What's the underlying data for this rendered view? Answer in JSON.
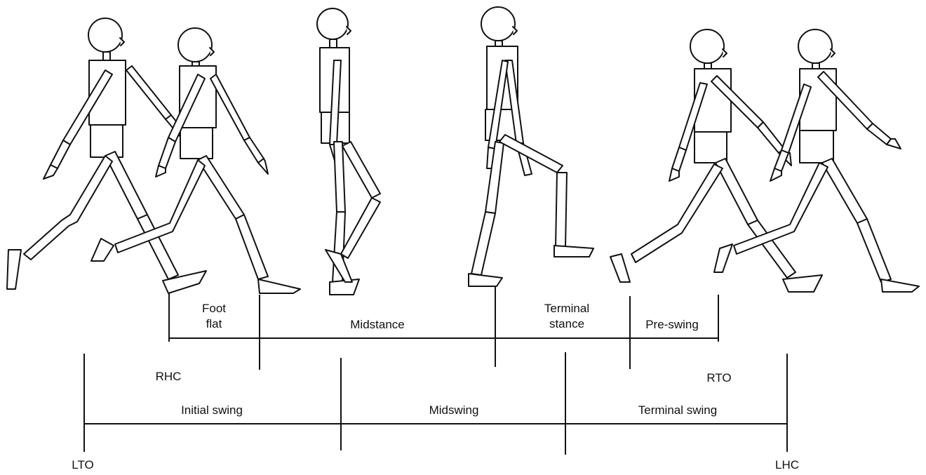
{
  "diagram": {
    "stance_phases": [
      {
        "line1": "Foot",
        "line2": "flat"
      },
      {
        "line1": "Midstance",
        "line2": ""
      },
      {
        "line1": "Terminal",
        "line2": "stance"
      },
      {
        "line1": "Pre-swing",
        "line2": ""
      }
    ],
    "swing_phases": [
      "Initial swing",
      "Midswing",
      "Terminal swing"
    ],
    "events": {
      "rhc": "RHC",
      "rto": "RTO",
      "lto": "LTO",
      "lhc": "LHC"
    },
    "colors": {
      "ink": "#111111",
      "background": "#ffffff"
    }
  }
}
